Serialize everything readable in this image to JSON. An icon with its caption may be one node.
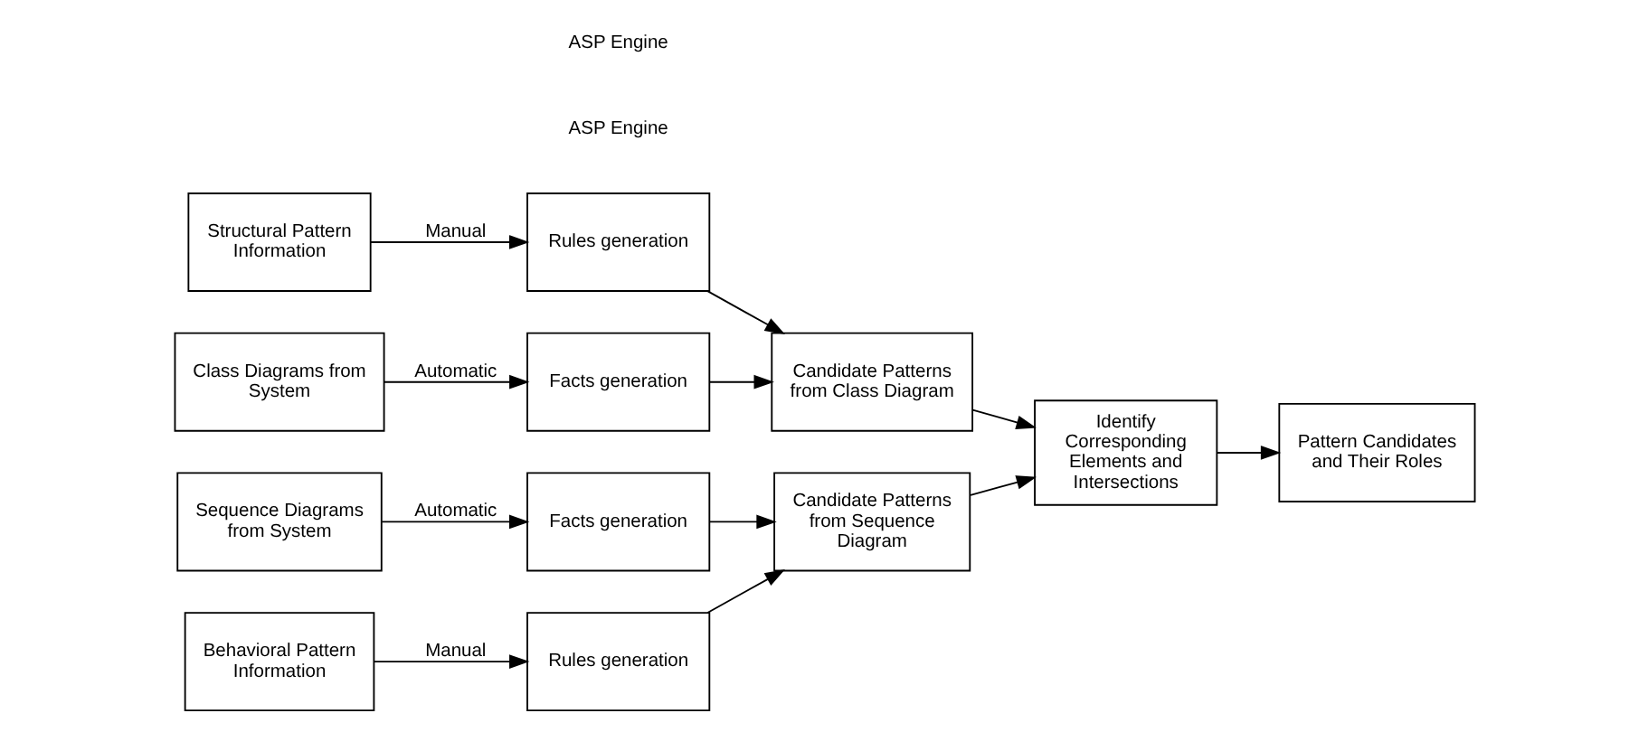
{
  "diagram": {
    "nodes": [
      {
        "text": [
          "Structural Pattern Information"
        ]
      },
      {
        "text": [
          "Rules generation"
        ]
      },
      {
        "text": [
          "Class Diagrams from System"
        ]
      },
      {
        "text": [
          "Facts generation"
        ]
      },
      {
        "text": [
          "Candidate Patterns from Class Diagram"
        ]
      },
      {
        "text": [
          "Identify Corresponding Elements and Intersections"
        ]
      },
      {
        "text": [
          "Pattern Candidates and Their Roles"
        ]
      },
      {
        "text": [
          "Behavioral Pattern Information"
        ]
      },
      {
        "text": [
          "Rules generation"
        ]
      },
      {
        "text": [
          "Sequence Diagrams from System"
        ]
      },
      {
        "text": [
          "Facts generation"
        ]
      },
      {
        "text": [
          "Candidate Patterns from Sequence Diagram"
        ]
      }
    ],
    "edges": [
      {
        "from": 0,
        "to": 1,
        "arrow": "to",
        "label": "Manual"
      },
      {
        "from": 2,
        "to": 3,
        "arrow": "to",
        "label": "Automatic"
      },
      {
        "from": 1,
        "to": 4,
        "arrow": "to"
      },
      {
        "from": 3,
        "to": 4,
        "arrow": "to"
      },
      {
        "from": 4,
        "to": 5,
        "arrow": "to"
      },
      {
        "from": 5,
        "to": 6,
        "arrow": "to"
      },
      {
        "from": 7,
        "to": 8,
        "arrow": "to",
        "label": "Manual"
      },
      {
        "from": 9,
        "to": 10,
        "arrow": "to",
        "label": "Automatic"
      },
      {
        "from": 8,
        "to": 11,
        "arrow": "to"
      },
      {
        "from": 10,
        "to": 11,
        "arrow": "to"
      },
      {
        "from": 11,
        "to": 5,
        "arrow": "to"
      }
    ],
    "labels": [
      "ASP Engine",
      "ASP Engine"
    ]
  }
}
